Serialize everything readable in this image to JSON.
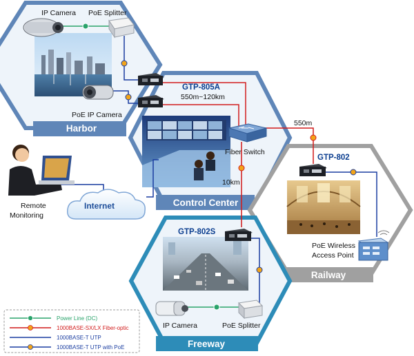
{
  "zones": {
    "harbor": "Harbor",
    "control_center": "Control Center",
    "railway": "Railway",
    "freeway": "Freeway"
  },
  "devices": {
    "harbor_ip_camera": "IP Camera",
    "harbor_poe_splitter": "PoE Splitter",
    "poe_ip_camera": "PoE IP Camera",
    "gtp_805a": "GTP-805A",
    "gtp_805a_range": "550m~120km",
    "fiber_switch": "Fiber Switch",
    "gtp_802": "GTP-802",
    "gtp_802s": "GTP-802S",
    "access_point": [
      "PoE Wireless",
      "Access Point"
    ],
    "freeway_ip_camera": "IP Camera",
    "freeway_poe_splitter": "PoE Splitter",
    "remote_monitoring": [
      "Remote",
      "Monitoring"
    ],
    "internet": "Internet"
  },
  "distances": {
    "to_railway": "550m",
    "to_freeway": "10km"
  },
  "legend": [
    {
      "label": "Power Line (DC)",
      "color": "#2aa36b"
    },
    {
      "label": "1000BASE-SX/LX Fiber-optic",
      "color": "#d11a1a"
    },
    {
      "label": "1000BASE-T UTP",
      "color": "#1a3da0"
    },
    {
      "label": "1000BASE-T UTP with PoE",
      "color": "#1a3da0"
    }
  ],
  "colors": {
    "power": "#2aa36b",
    "fiber": "#d11a1a",
    "utp": "#1a3da0",
    "hex_blue": "#5f86b8",
    "hex_railway": "#a0a0a0",
    "hex_freeway": "#2d8cb8"
  }
}
